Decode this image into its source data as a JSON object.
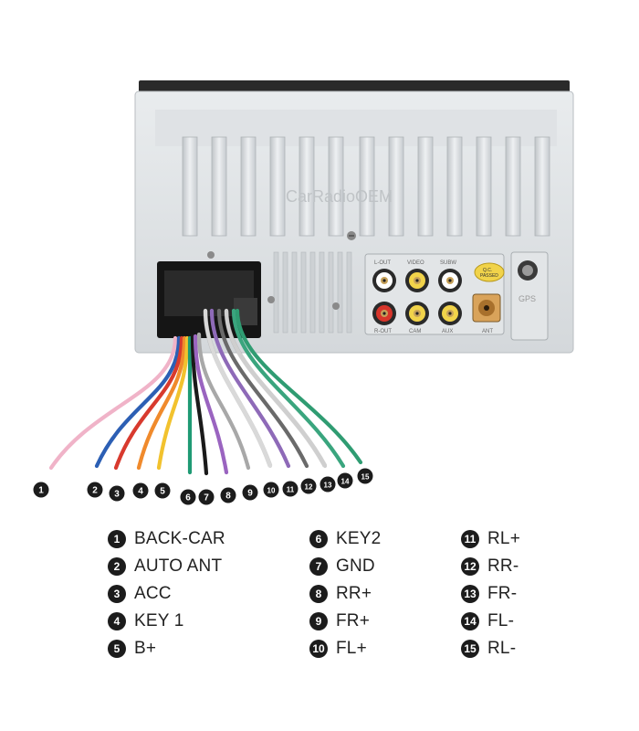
{
  "watermark": "CarRadioOEM",
  "panel": {
    "jack_labels": [
      "L-OUT",
      "VIDEO",
      "SUBW",
      "R-OUT",
      "CAM",
      "AUX",
      "ANT"
    ],
    "qc_sticker": [
      "Q.C.",
      "PASSED"
    ],
    "gps_label": "GPS"
  },
  "wires": [
    {
      "num": "1",
      "color": "#f0b3c8"
    },
    {
      "num": "2",
      "color": "#2c5fb4"
    },
    {
      "num": "3",
      "color": "#d83a2e"
    },
    {
      "num": "4",
      "color": "#f08a2c"
    },
    {
      "num": "5",
      "color": "#f2c22e"
    },
    {
      "num": "6",
      "color": "#1f9a74"
    },
    {
      "num": "7",
      "color": "#1a1a1a"
    },
    {
      "num": "8",
      "color": "#9a64c0"
    },
    {
      "num": "9",
      "color": "#a8a8a8"
    },
    {
      "num": "10",
      "color": "#d9d9d9"
    },
    {
      "num": "11",
      "color": "#8e6ab8"
    },
    {
      "num": "12",
      "color": "#6a6a6a"
    },
    {
      "num": "13",
      "color": "#cfcfcf"
    },
    {
      "num": "14",
      "color": "#3aa57e"
    },
    {
      "num": "15",
      "color": "#2f9c72"
    }
  ],
  "legend": [
    {
      "num": "1",
      "label": "BACK-CAR"
    },
    {
      "num": "2",
      "label": "AUTO ANT"
    },
    {
      "num": "3",
      "label": "ACC"
    },
    {
      "num": "4",
      "label": "KEY 1"
    },
    {
      "num": "5",
      "label": "B+"
    },
    {
      "num": "6",
      "label": "KEY2"
    },
    {
      "num": "7",
      "label": "GND"
    },
    {
      "num": "8",
      "label": "RR+"
    },
    {
      "num": "9",
      "label": "FR+"
    },
    {
      "num": "10",
      "label": "FL+"
    },
    {
      "num": "11",
      "label": "RL+"
    },
    {
      "num": "12",
      "label": "RR-"
    },
    {
      "num": "13",
      "label": "FR-"
    },
    {
      "num": "14",
      "label": "FL-"
    },
    {
      "num": "15",
      "label": "RL-"
    }
  ]
}
